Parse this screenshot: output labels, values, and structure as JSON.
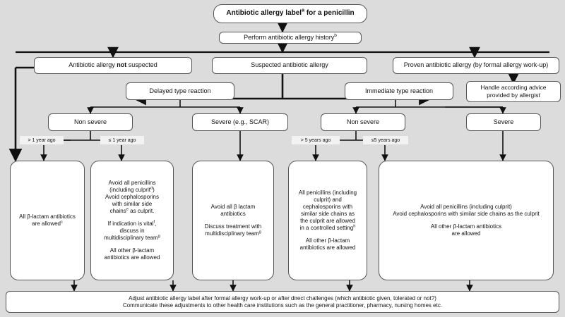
{
  "diagram": {
    "title": "Antibiotic allergy label flowchart for a penicillin",
    "background_color": "#dcdcdc",
    "box_fill": "#ffffff",
    "box_stroke": "#555555",
    "line_color": "#111111"
  },
  "nodes": {
    "title_box": {
      "text": "Antibiotic allergy label",
      "sup": "a",
      "text2": " for a penicillin"
    },
    "history": {
      "text": "Perform  antibiotic allergy history",
      "sup": "b"
    },
    "not_suspected_pre": "Antibiotic allergy ",
    "not_suspected_bold": "not",
    "not_suspected_post": " suspected",
    "suspected": "Suspected antibiotic allergy",
    "proven": "Proven antibiotic allergy (by formal allergy work-up)",
    "delayed": "Delayed type reaction",
    "immediate": "Immediate type reaction",
    "handle": "Handle according advice provided by allergist",
    "delayed_non_severe": "Non severe",
    "delayed_severe": "Severe (e.g., SCAR)",
    "immediate_non_severe": "Non severe",
    "immediate_severe": "Severe",
    "flag_gt1y": "> 1 year ago",
    "flag_le1y": "≤ 1 year ago",
    "flag_gt5y": "> 5 years ago",
    "flag_le5y": "≤5 years ago"
  },
  "outcomes": {
    "o1": {
      "line1": "All β-lactam antibiotics",
      "line2": "are allowed",
      "sup2": "c"
    },
    "o2": {
      "l1": "Avoid all penicillins",
      "l2a": "(including culprit",
      "l2sup": "d",
      "l2b": ")",
      "l3": "Avoid cephalosporins",
      "l4": "with similar side",
      "l5a": "chains",
      "l5sup": "e",
      "l5b": " as culprit.",
      "l6a": "If indication is vital",
      "l6sup": "f",
      "l6b": ",",
      "l7": "discuss in",
      "l8a": "multidisciplinary team",
      "l8sup": "g",
      "l9": "All other β-lactam",
      "l10": "antibiotics are allowed"
    },
    "o3": {
      "l1": "Avoid all β lactam",
      "l2": "antibiotics",
      "l3": "Discuss treatment with",
      "l4a": "multidisciplinary team",
      "l4sup": "g"
    },
    "o4": {
      "l1": "All penicillins (including",
      "l2": "culprit) and",
      "l3": "cephalosporins with",
      "l4": "similar side chains as",
      "l5": "the culprit are allowed",
      "l6a": "in a controlled setting",
      "l6sup": "h",
      "l7": "All other β-lactam",
      "l8": "antibiotics are allowed"
    },
    "o5": {
      "l1": "Avoid all penicillins (including culprit)",
      "l2": "Avoid cephalosporins with similar side chains as the culprit",
      "l3": "All other β-lactam antibiotics",
      "l4": "are allowed"
    }
  },
  "footer": {
    "line1": "Adjust antibiotic allergy label after formal allergy work-up or after direct challenges (which antibiotic given, tolerated or not?)",
    "line2": "Communicate these adjustments to other health care institutions such as the general practitioner, pharmacy, nursing homes etc."
  }
}
